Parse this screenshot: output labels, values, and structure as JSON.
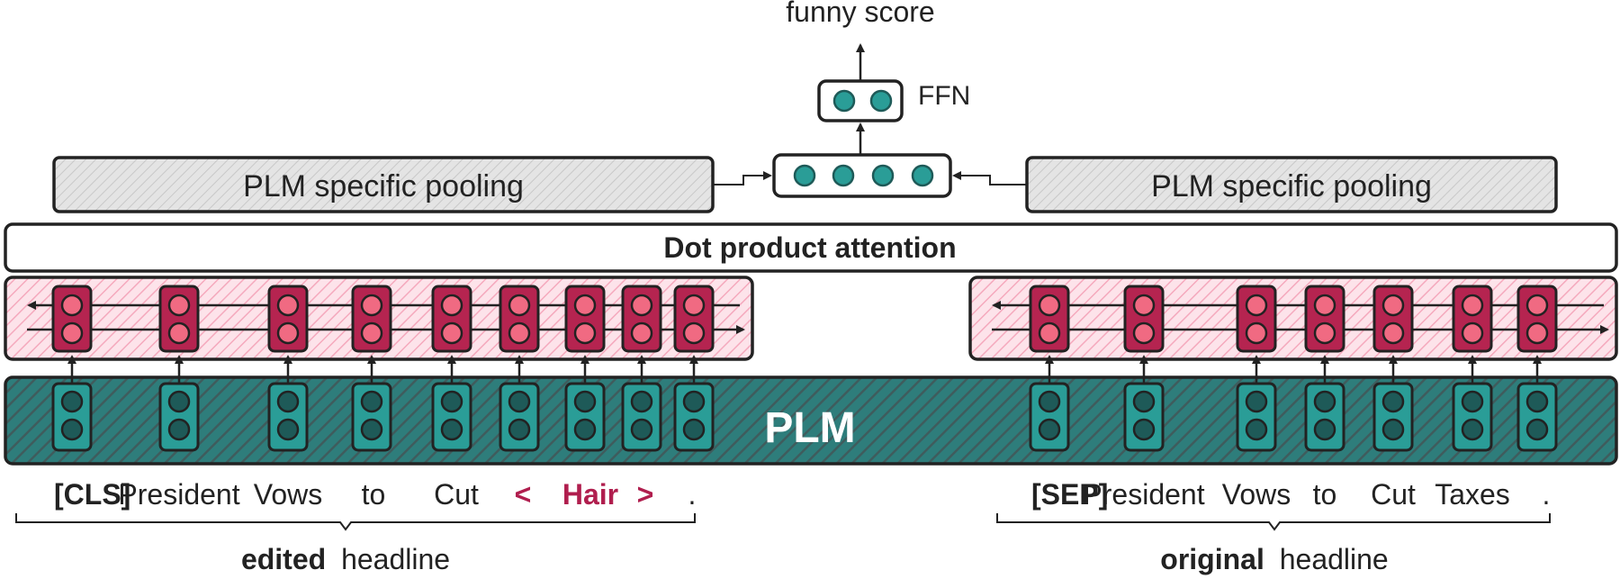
{
  "output": {
    "label": "funny score"
  },
  "ffn": {
    "label": "FFN"
  },
  "pooling": {
    "left_label": "PLM specific pooling",
    "right_label": "PLM specific pooling"
  },
  "attention": {
    "label": "Dot product attention"
  },
  "plm": {
    "label": "PLM"
  },
  "edited": {
    "tokens": [
      {
        "text": "[CLS]",
        "style": "bold"
      },
      {
        "text": "President",
        "style": "normal"
      },
      {
        "text": "Vows",
        "style": "normal"
      },
      {
        "text": "to",
        "style": "normal"
      },
      {
        "text": "Cut",
        "style": "normal"
      },
      {
        "text": "<",
        "style": "highlight"
      },
      {
        "text": "Hair",
        "style": "highlight"
      },
      {
        "text": ">",
        "style": "highlight"
      },
      {
        "text": ".",
        "style": "normal"
      }
    ],
    "caption_bold": "edited",
    "caption_rest": "headline"
  },
  "original": {
    "tokens": [
      {
        "text": "[SEP]",
        "style": "bold"
      },
      {
        "text": "President",
        "style": "normal"
      },
      {
        "text": "Vows",
        "style": "normal"
      },
      {
        "text": "to",
        "style": "normal"
      },
      {
        "text": "Cut",
        "style": "normal"
      },
      {
        "text": "Taxes",
        "style": "normal"
      },
      {
        "text": ".",
        "style": "normal"
      }
    ],
    "caption_bold": "original",
    "caption_rest": "headline"
  },
  "colors": {
    "teal": "#2a9d97",
    "teal_dark": "#1e5a58",
    "crimson": "#b52450",
    "pink_light": "#f06a82",
    "highlight_text": "#b01e4e",
    "pooling_fill": "#e0e0e0"
  }
}
